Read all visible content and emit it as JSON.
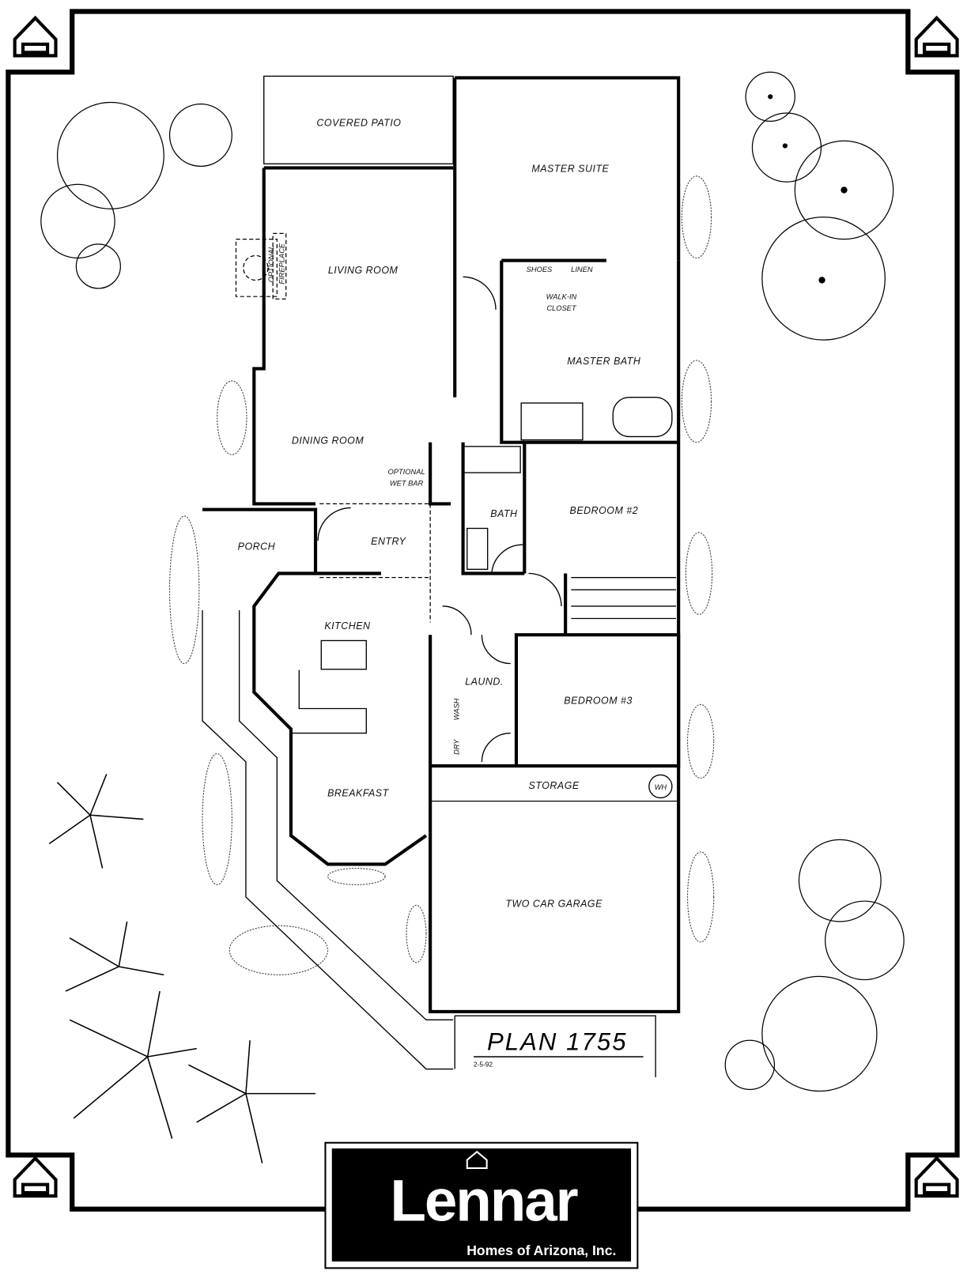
{
  "plan": {
    "title": "PLAN 1755",
    "date": "2-5-92"
  },
  "rooms": {
    "covered_patio": "COVERED PATIO",
    "master_suite": "MASTER SUITE",
    "living_room": "LIVING ROOM",
    "optional_fireplace_1": "OPTIONAL",
    "optional_fireplace_2": "FIREPLACE",
    "shoes": "SHOES",
    "linen": "LINEN",
    "walk_in_closet_1": "WALK-IN",
    "walk_in_closet_2": "CLOSET",
    "master_bath": "MASTER BATH",
    "dining_room": "DINING ROOM",
    "wet_bar_1": "OPTIONAL",
    "wet_bar_2": "WET BAR",
    "bath": "BATH",
    "bedroom_2": "BEDROOM #2",
    "porch": "PORCH",
    "entry": "ENTRY",
    "kitchen": "KITCHEN",
    "laundry": "LAUND.",
    "wash": "WASH",
    "dry": "DRY",
    "bedroom_3": "BEDROOM #3",
    "storage": "STORAGE",
    "water_heater": "WH",
    "breakfast": "BREAKFAST",
    "garage": "TWO CAR GARAGE"
  },
  "logo": {
    "brand": "Lennar",
    "subtitle": "Homes of Arizona, Inc."
  }
}
